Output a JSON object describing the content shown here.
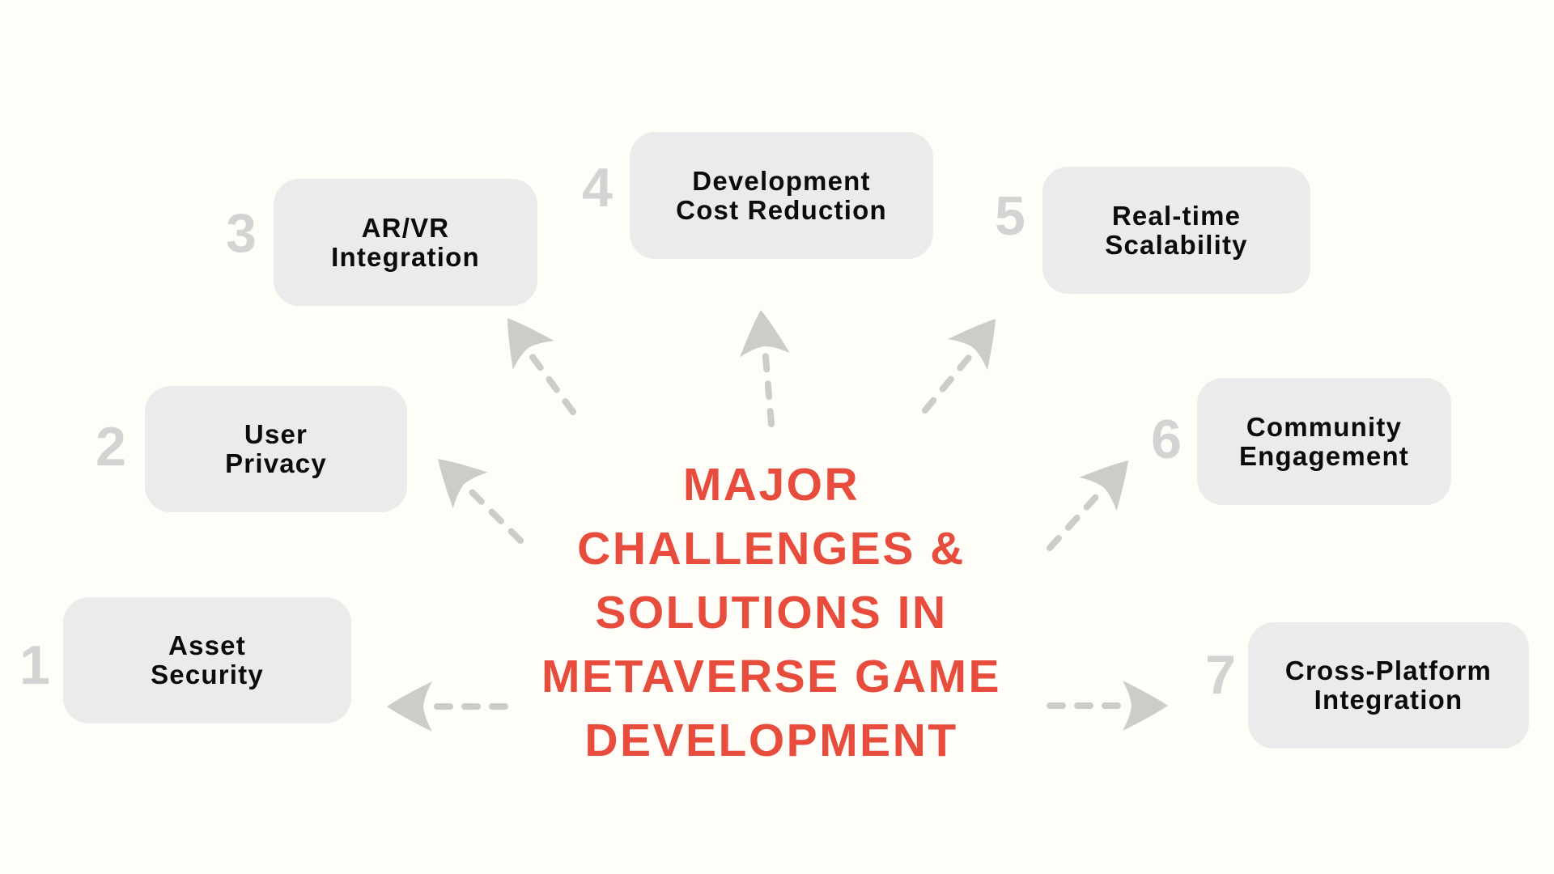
{
  "title": {
    "lines": [
      "MAJOR",
      "CHALLENGES &",
      "SOLUTIONS IN",
      "METAVERSE GAME",
      "DEVELOPMENT"
    ],
    "color": "#E84C3D"
  },
  "items": [
    {
      "number": "1",
      "lines": [
        "Asset",
        "Security"
      ]
    },
    {
      "number": "2",
      "lines": [
        "User",
        "Privacy"
      ]
    },
    {
      "number": "3",
      "lines": [
        "AR/VR",
        "Integration"
      ]
    },
    {
      "number": "4",
      "lines": [
        "Development",
        "Cost Reduction"
      ]
    },
    {
      "number": "5",
      "lines": [
        "Real-time",
        "Scalability"
      ]
    },
    {
      "number": "6",
      "lines": [
        "Community",
        "Engagement"
      ]
    },
    {
      "number": "7",
      "lines": [
        "Cross-Platform",
        "Integration"
      ]
    }
  ],
  "colors": {
    "background": "#FEFDF7",
    "card": "#ECEAEB",
    "number": "#D3D3D3",
    "arrow": "#CDCCC8",
    "text": "#0B0B0B"
  }
}
